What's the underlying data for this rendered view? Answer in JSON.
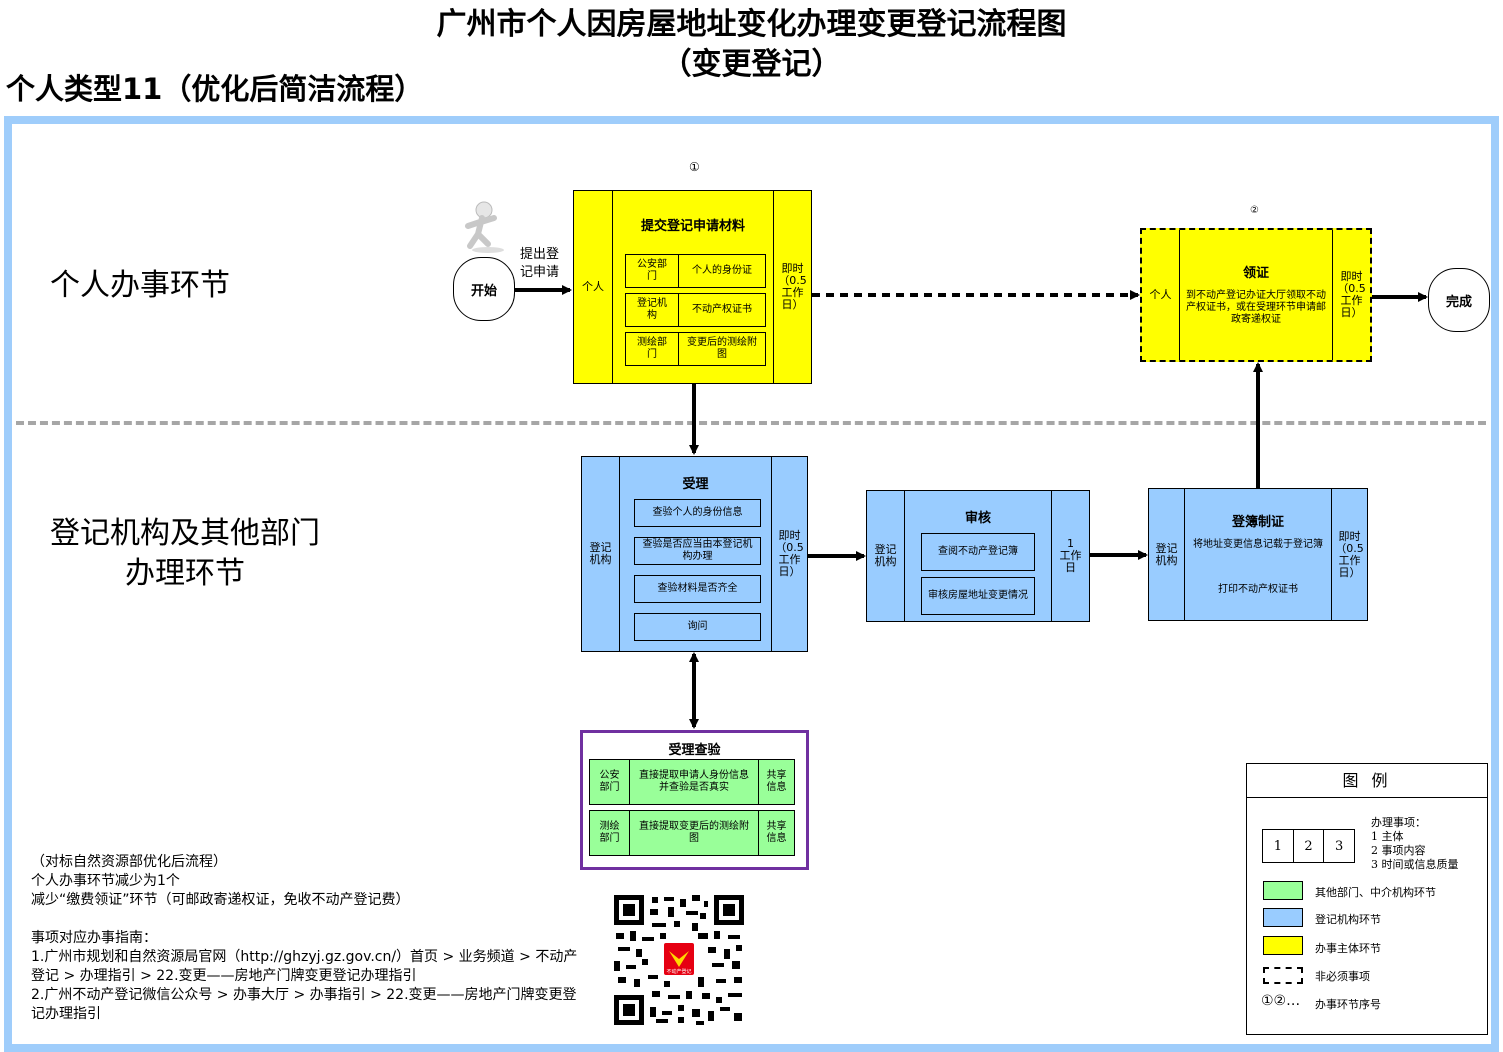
{
  "title": {
    "line1": "广州市个人因房屋地址变化办理变更登记流程图",
    "line2": "（变更登记）"
  },
  "subtitle": "个人类型11（优化后简洁流程）",
  "lanes": {
    "personal": "个人办事环节",
    "agency_line1": "登记机构及其他部门",
    "agency_line2": "办理环节"
  },
  "start": {
    "label": "开始",
    "action_line1": "提出登",
    "action_line2": "记申请"
  },
  "finish": {
    "label": "完成"
  },
  "step1": {
    "number": "①",
    "subject": "个人",
    "title": "提交登记申请材料",
    "time_line1": "即时",
    "time_line2": "（0.5",
    "time_line3": "工作",
    "time_line4": "日）",
    "rows": [
      {
        "dept": "公安部门",
        "item": "个人的身份证"
      },
      {
        "dept": "登记机构",
        "item": "不动产权证书"
      },
      {
        "dept": "测绘部门",
        "item": "变更后的测绘附图"
      }
    ]
  },
  "step2": {
    "number": "②",
    "subject": "个人",
    "title": "领证",
    "content": "到不动产登记办证大厅领取不动产权证书，或在受理环节申请邮政寄递权证",
    "time_line1": "即时",
    "time_line2": "（0.5",
    "time_line3": "工作",
    "time_line4": "日）"
  },
  "accept": {
    "subject_line1": "登记",
    "subject_line2": "机构",
    "title": "受理",
    "items": [
      "查验个人的身份信息",
      "查验是否应当由本登记机构办理",
      "查验材料是否齐全",
      "询问"
    ],
    "time_line1": "即时",
    "time_line2": "（0.5",
    "time_line3": "工作日）"
  },
  "review": {
    "subject_line1": "登记",
    "subject_line2": "机构",
    "title": "审核",
    "items": [
      "查阅不动产登记簿",
      "审核房屋地址变更情况"
    ],
    "time_line1": "1",
    "time_line2": "工作",
    "time_line3": "日"
  },
  "register": {
    "subject_line1": "登记",
    "subject_line2": "机构",
    "title": "登簿制证",
    "content1": "将地址变更信息记载于登记簿",
    "content2": "打印不动产权证书",
    "time_line1": "即时",
    "time_line2": "（0.5",
    "time_line3": "工作",
    "time_line4": "日）"
  },
  "verify": {
    "title": "受理查验",
    "rows": [
      {
        "dept_line1": "公安",
        "dept_line2": "部门",
        "item": "直接提取申请人身份信息并查验是否真实",
        "share_line1": "共享",
        "share_line2": "信息"
      },
      {
        "dept_line1": "测绘",
        "dept_line2": "部门",
        "item": "直接提取变更后的测绘附图",
        "share_line1": "共享",
        "share_line2": "信息"
      }
    ]
  },
  "notes": {
    "optimization": "（对标自然资源部优化后流程）\n个人办事环节减少为1个\n减少“缴费领证”环节（可邮政寄递权证，免收不动产登记费）",
    "guide_title": "事项对应办事指南：",
    "guide1": "1.广州市规划和自然资源局官网（http://ghzyj.gz.gov.cn/）首页 > 业务频道 > 不动产登记 > 办理指引 > 22.变更——房地产门牌变更登记办理指引",
    "guide2": "2.广州不动产登记微信公众号 > 办事大厅 > 办事指引 > 22.变更——房地产门牌变更登记办理指引"
  },
  "qr": {
    "badge": "不动产登记"
  },
  "legend": {
    "title": "图 例",
    "boxes": [
      "1",
      "2",
      "3"
    ],
    "items_title": "办理事项：",
    "item1": "1 主体",
    "item2": "2 事项内容",
    "item3": "3 时间或信息质量",
    "green": "其他部门、中介机构环节",
    "blue": "登记机构环节",
    "yellow": "办事主体环节",
    "dashed": "非必须事项",
    "seq_symbol": "①②…",
    "seq": "办事环节序号"
  },
  "colors": {
    "yellow": "#ffff00",
    "blue": "#99ccff",
    "green": "#99ff99",
    "frame": "#9fcdfb",
    "purple": "#7030a0"
  }
}
